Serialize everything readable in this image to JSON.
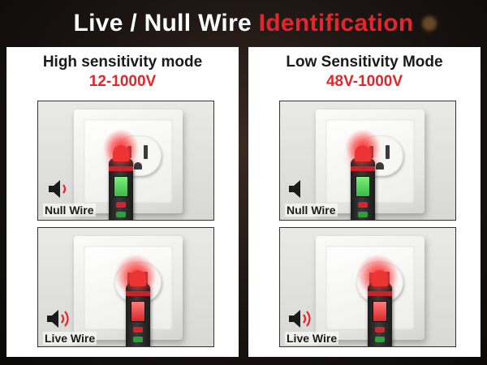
{
  "headline": {
    "part1": "Live / Null Wire",
    "part2": "Identification"
  },
  "panels": [
    {
      "mode_title": "High sensitivity mode",
      "range": "12-1000V",
      "rows": [
        {
          "label": "Null Wire",
          "icon": "speaker-quiet-icon"
        },
        {
          "label": "Live Wire",
          "icon": "speaker-loud-icon"
        }
      ]
    },
    {
      "mode_title": "Low Sensitivity Mode",
      "range": "48V-1000V",
      "rows": [
        {
          "label": "Null Wire",
          "icon": "speaker-muted-icon"
        },
        {
          "label": "Live Wire",
          "icon": "speaker-loud-icon"
        }
      ]
    }
  ],
  "colors": {
    "accent": "#e3262b",
    "text": "#1a1a1a",
    "panel_bg": "#ffffff",
    "lcd_green": "#3bb94a",
    "lcd_red": "#d62828"
  }
}
